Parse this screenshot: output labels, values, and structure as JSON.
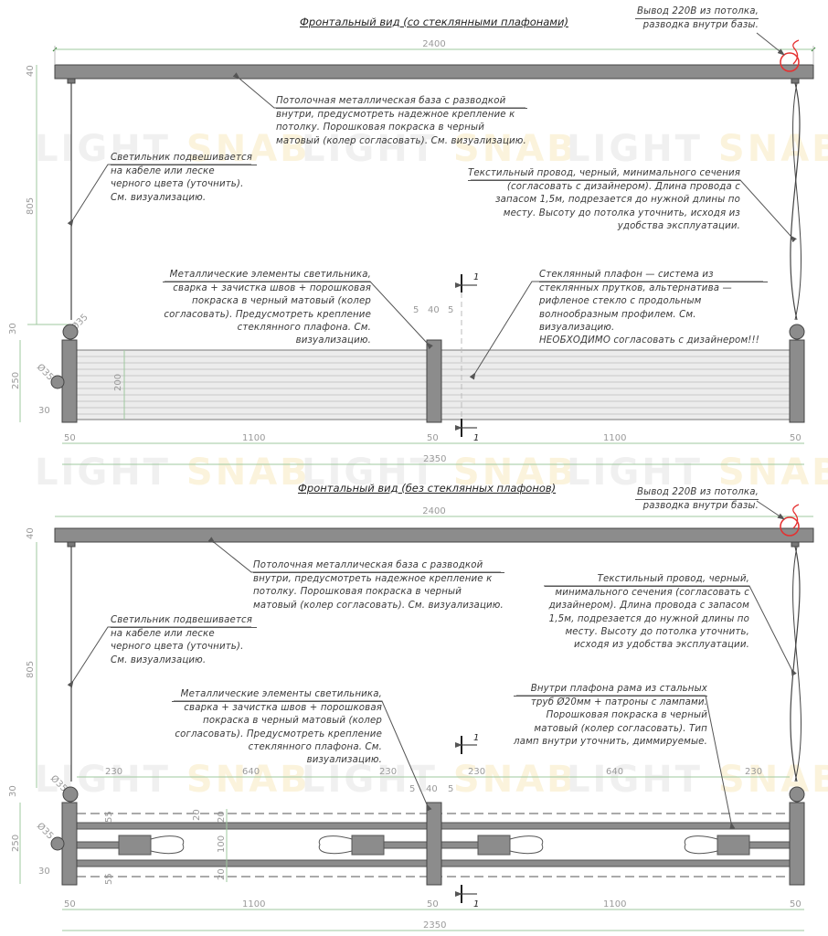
{
  "watermark": {
    "part1": "LIGHT",
    "part2": "SNAB"
  },
  "colors": {
    "metal": "#8c8c8c",
    "glass": "#e9e9e9",
    "dimension": "#6fb36f",
    "highlight": "#e53030"
  },
  "top": {
    "title": "Фронтальный вид (со стеклянными плафонами)",
    "notes": {
      "power": {
        "heading": "Вывод 220В из потолка,",
        "body": "разводка внутри базы."
      },
      "ceiling": {
        "heading": "Потолочная металлическая база с разводкой",
        "body": "внутри, предусмотреть надежное крепление к\nпотолку. Порошковая покраска в черный\nматовый (колер согласовать). См. визуализацию."
      },
      "suspension": {
        "heading": "Светильник подвешивается",
        "body": "на кабеле или леске\nчерного цвета (уточнить).\nСм. визуализацию."
      },
      "wire": {
        "heading": "Текстильный провод, черный, минимального сечения",
        "body": "(согласовать с дизайнером). Длина провода с\nзапасом 1,5м, подрезается до нужной длины по\nместу. Высоту до потолка уточнить, исходя из\nудобства эксплуатации."
      },
      "metal": {
        "heading": "Металлические элементы светильника,",
        "body": "сварка + зачистка швов + порошковая\nпокраска в черный матовый (колер\nсогласовать). Предусмотреть крепление\nстеклянного плафона. См. визуализацию."
      },
      "glass": {
        "heading": "Стеклянный плафон — система из",
        "body": "стеклянных прутков, альтернатива —\nрифленое стекло с продольным\nволнообразным профилем. См. визуализацию.\nНЕОБХОДИМО согласовать с дизайнером!!!"
      }
    },
    "dims": {
      "overall": "2400",
      "base_h": "40",
      "drop": "805",
      "top_gap": "30",
      "height": "250",
      "bottom_gap": "30",
      "ball_top": "Ø35",
      "ball_side": "Ø35",
      "glass_h": "200",
      "cap_a": "5",
      "cap_b": "40",
      "cap_c": "5",
      "end_l": "50",
      "span_l": "1100",
      "mid": "50",
      "span_r": "1100",
      "end_r": "50",
      "total": "2350"
    },
    "section": {
      "label_top": "1",
      "label_bottom": "1"
    }
  },
  "bottom": {
    "title": "Фронтальный вид (без стеклянных плафонов)",
    "notes": {
      "power": {
        "heading": "Вывод 220В из потолка,",
        "body": "разводка внутри базы."
      },
      "ceiling": {
        "heading": "Потолочная металлическая база с разводкой",
        "body": "внутри, предусмотреть надежное крепление к\nпотолку. Порошковая покраска в черный\nматовый (колер согласовать). См. визуализацию."
      },
      "suspension": {
        "heading": "Светильник подвешивается",
        "body": "на кабеле или леске\nчерного цвета (уточнить).\nСм. визуализацию."
      },
      "wire": {
        "heading": "Текстильный провод, черный,",
        "body": "минимального сечения (согласовать с\nдизайнером). Длина провода с запасом\n1,5м, подрезается до нужной длины по\nместу. Высоту до потолка уточнить,\nисходя из удобства эксплуатации."
      },
      "metal": {
        "heading": "Металлические элементы светильника,",
        "body": "сварка + зачистка швов + порошковая\nпокраска в черный матовый (колер\nсогласовать). Предусмотреть крепление\nстеклянного плафона. См. визуализацию."
      },
      "frame": {
        "heading": "Внутри плафона рама из стальных",
        "body": "труб Ø20мм + патроны с лампами.\nПорошковая покраска в черный\nматовый (колер согласовать). Тип\nламп внутри уточнить, диммируемые."
      }
    },
    "dims": {
      "overall": "2400",
      "base_h": "40",
      "drop": "805",
      "top_gap": "30",
      "height": "250",
      "bottom_gap": "30",
      "ball_top": "Ø35",
      "ball_side": "Ø35",
      "l230a": "230",
      "l640a": "640",
      "l230b": "230",
      "r230a": "230",
      "r640a": "640",
      "r230b": "230",
      "off_top": "55",
      "off_bot": "55",
      "bulb": "20",
      "tube_top": "20",
      "tube_gap": "100",
      "tube_bot": "20",
      "cap_a": "5",
      "cap_b": "40",
      "cap_c": "5",
      "end_l": "50",
      "span_l": "1100",
      "mid": "50",
      "span_r": "1100",
      "end_r": "50",
      "total": "2350"
    },
    "section": {
      "label_top": "1",
      "label_bottom": "1"
    }
  }
}
